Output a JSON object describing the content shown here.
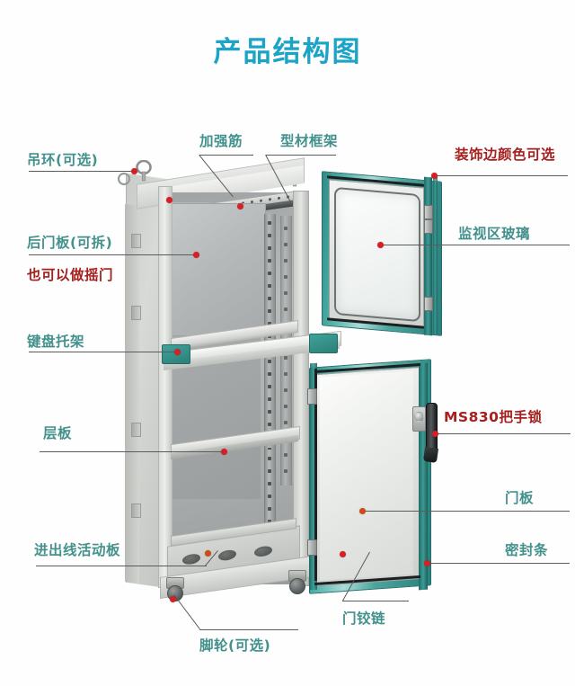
{
  "page": {
    "title": "产品结构图",
    "background_color": "#ffffff",
    "title_color": "#1ba4c6",
    "label_teal_color": "#43918c",
    "label_red_color": "#a5201f",
    "leader_line_color": "#5b5b5b",
    "marker_dot_color": "#d81f25",
    "door_accent_color": "#3f9b94"
  },
  "diagram": {
    "subject": "network-server-cabinet",
    "labels": [
      {
        "id": "lifting-ring",
        "text": "吊环(可选)",
        "color": "teal",
        "side": "left"
      },
      {
        "id": "rear-door-panel",
        "text": "后门板(可拆)",
        "color": "teal",
        "side": "left"
      },
      {
        "id": "swing-door-note",
        "text": "也可以做摇门",
        "color": "red",
        "side": "left"
      },
      {
        "id": "keyboard-tray",
        "text": "键盘托架",
        "color": "teal",
        "side": "left"
      },
      {
        "id": "shelf",
        "text": "层板",
        "color": "teal",
        "side": "left"
      },
      {
        "id": "cable-entry-plate",
        "text": "进出线活动板",
        "color": "teal",
        "side": "left"
      },
      {
        "id": "reinforcing-rib",
        "text": "加强筋",
        "color": "teal",
        "side": "top"
      },
      {
        "id": "profile-frame",
        "text": "型材框架",
        "color": "teal",
        "side": "top"
      },
      {
        "id": "trim-color-option",
        "text": "装饰边颜色可选",
        "color": "red",
        "side": "right"
      },
      {
        "id": "viewing-glass",
        "text": "监视区玻璃",
        "color": "teal",
        "side": "right"
      },
      {
        "id": "handle-lock",
        "text": "MS830把手锁",
        "color": "red",
        "side": "right"
      },
      {
        "id": "door-panel",
        "text": "门板",
        "color": "teal",
        "side": "right"
      },
      {
        "id": "sealing-strip",
        "text": "密封条",
        "color": "teal",
        "side": "right"
      },
      {
        "id": "door-hinge",
        "text": "门铰链",
        "color": "teal",
        "side": "bottom"
      },
      {
        "id": "caster",
        "text": "脚轮(可选)",
        "color": "teal",
        "side": "bottom"
      }
    ]
  }
}
